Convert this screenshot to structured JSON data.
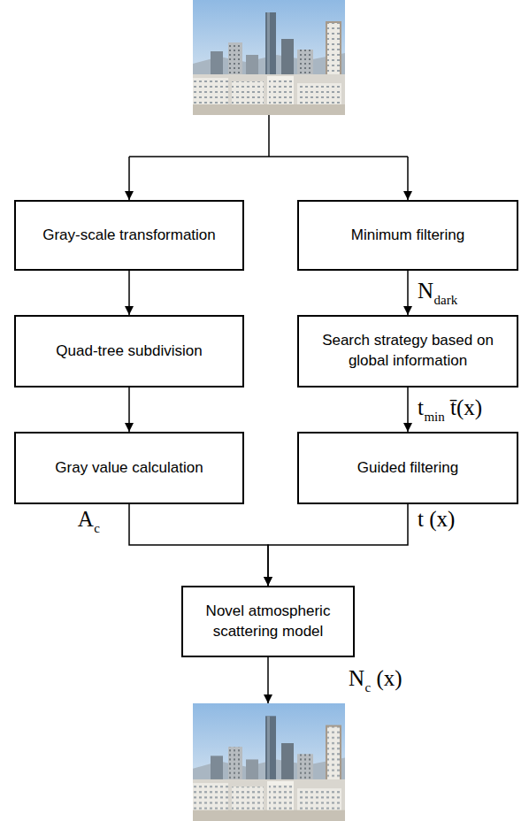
{
  "diagram": {
    "nodes": [
      {
        "text": [
          "Gray-scale transformation"
        ]
      },
      {
        "text": [
          "Minimum filtering"
        ]
      },
      {
        "text": [
          "Quad-tree subdivision"
        ]
      },
      {
        "text": [
          "Search strategy based on global information"
        ]
      },
      {
        "text": [
          "Gray value calculation"
        ]
      },
      {
        "text": [
          "Guided filtering"
        ]
      },
      {
        "text": [
          "Novel atmospheric scattering model"
        ]
      }
    ],
    "edges": [
      {
        "from": 0,
        "to": 2,
        "arrow": "to"
      },
      {
        "from": 2,
        "to": 4,
        "arrow": "to"
      },
      {
        "from": 1,
        "to": 3,
        "arrow": "to",
        "label": "N dark"
      },
      {
        "from": 3,
        "to": 5,
        "arrow": "to",
        "label": "t min t̄(x)"
      },
      {
        "from": 4,
        "to": 6,
        "arrow": "to",
        "label": "A c"
      },
      {
        "from": 5,
        "to": 6,
        "arrow": "to",
        "label": "t (x)"
      }
    ],
    "labels": [
      "N c (x)"
    ]
  }
}
